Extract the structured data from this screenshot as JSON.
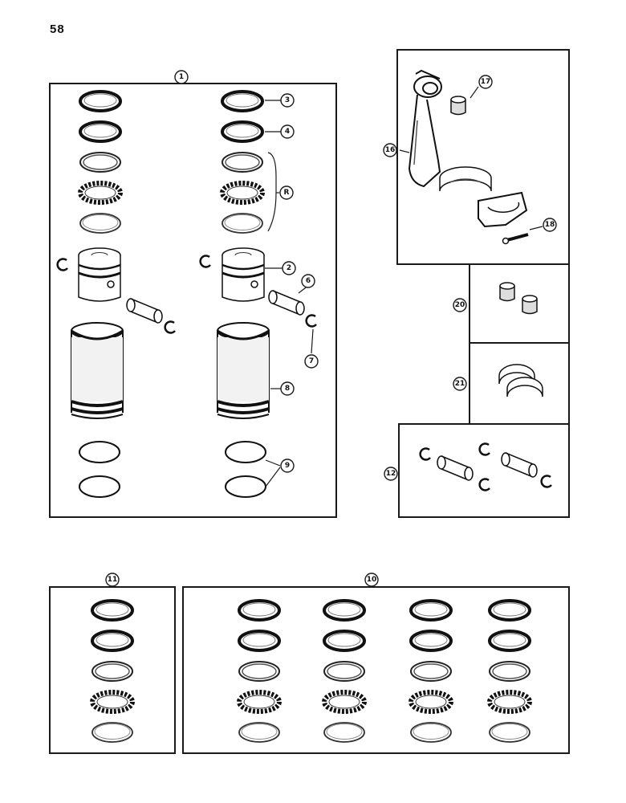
{
  "page_number": "58",
  "callouts": {
    "c1": "1",
    "c3": "3",
    "c4": "4",
    "cR": "R",
    "c2": "2",
    "c6": "6",
    "c7": "7",
    "c8": "8",
    "c9": "9",
    "c16": "16",
    "c17": "17",
    "c18": "18",
    "c20": "20",
    "c21": "21",
    "c12": "12",
    "c11": "11",
    "c10": "10"
  }
}
